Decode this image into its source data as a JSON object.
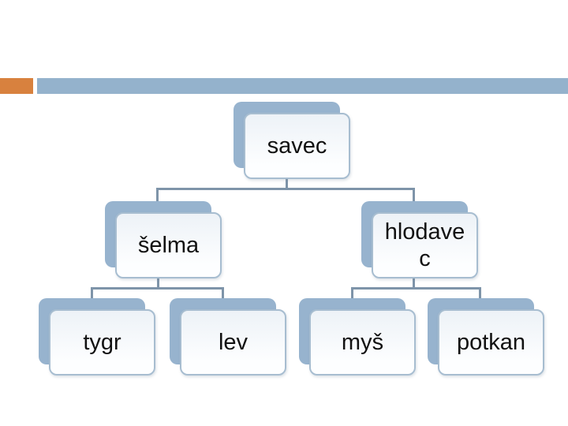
{
  "slide": {
    "background": "#ffffff"
  },
  "theme": {
    "accent_orange": "#d8813e",
    "bar_blue": "#94b2cc",
    "shape_back_fill": "#97b3ce",
    "shape_front_fill_top": "#edf2f7",
    "shape_front_fill_bottom": "#fdfeff",
    "shape_front_border": "#a7bdd0",
    "connector_color": "#7e94a9",
    "text_color": "#111111"
  },
  "diagram": {
    "type": "hierarchy",
    "nodes": [
      {
        "id": "savec",
        "label": "savec",
        "level": 1,
        "parent": null
      },
      {
        "id": "selma",
        "label": "šelma",
        "level": 2,
        "parent": "savec"
      },
      {
        "id": "hlodavec",
        "label": "hlodave\nc",
        "level": 2,
        "parent": "savec"
      },
      {
        "id": "tygr",
        "label": "tygr",
        "level": 3,
        "parent": "šelma"
      },
      {
        "id": "lev",
        "label": "lev",
        "level": 3,
        "parent": "šelma"
      },
      {
        "id": "mys",
        "label": "myš",
        "level": 3,
        "parent": "hlodave\nc"
      },
      {
        "id": "potkan",
        "label": "potkan",
        "level": 3,
        "parent": "hlodave\nc"
      }
    ]
  }
}
